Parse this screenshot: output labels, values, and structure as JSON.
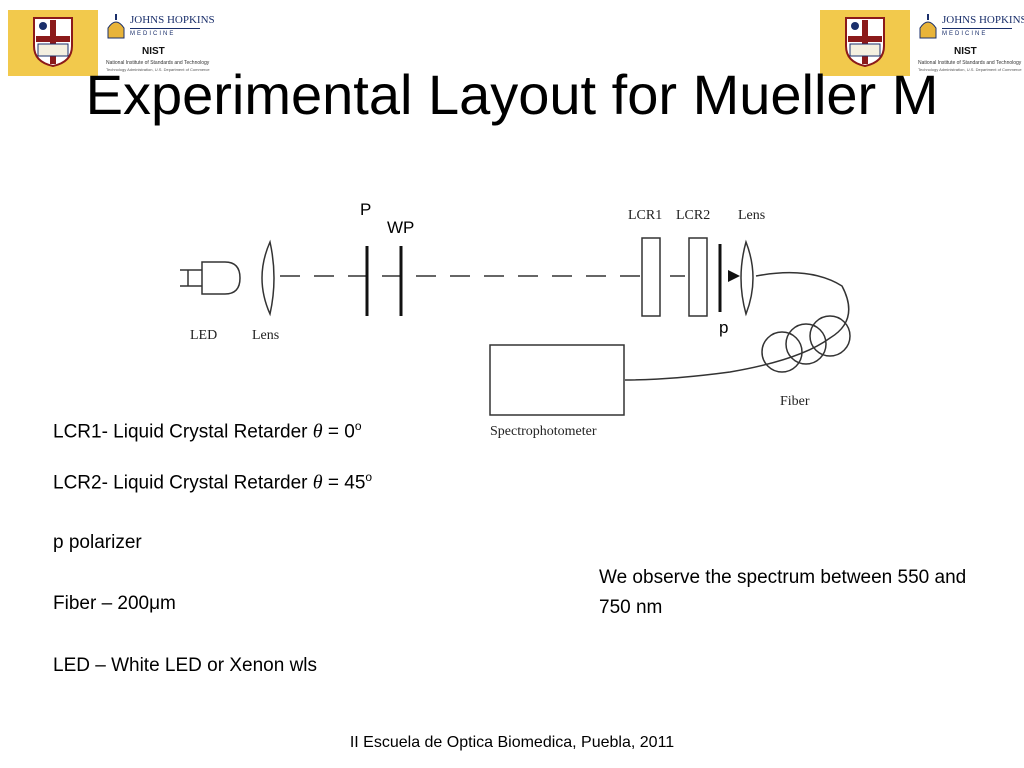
{
  "title": "Experimental Layout for Mueller M",
  "logos": {
    "jhm_line1": "JOHNS HOPKINS",
    "jhm_line2": "MEDICINE",
    "nist_title": "NIST",
    "nist_sub1": "National Institute of Standards and Technology",
    "nist_sub2": "Technology Administration, U.S. Department of Commerce"
  },
  "diagram": {
    "labels": {
      "P": "P",
      "WP": "WP",
      "LCR1": "LCR1",
      "LCR2": "LCR2",
      "lens_right": "Lens",
      "LED": "LED",
      "lens_left": "Lens",
      "p": "p",
      "fiber": "Fiber",
      "spectrophotometer": "Spectrophotometer"
    }
  },
  "definitions": [
    {
      "prefix": "LCR1- Liquid Crystal Retarder ",
      "theta": "θ",
      "suffix": " = 0",
      "sup": "o"
    },
    {
      "prefix": "LCR2- Liquid Crystal Retarder ",
      "theta": "θ",
      "suffix": " = 45",
      "sup": "o"
    },
    {
      "text": "p polarizer"
    },
    {
      "text": "Fiber – 200μm"
    },
    {
      "text": "LED – White LED or Xenon wls"
    }
  ],
  "note": "We observe the spectrum between 550 and 750 nm",
  "footer": "II Escuela de Optica Biomedica, Puebla, 2011"
}
